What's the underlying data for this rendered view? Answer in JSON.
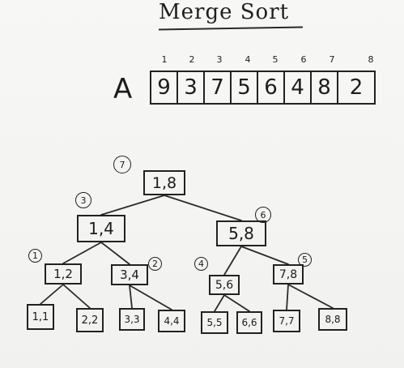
{
  "title": "Merge Sort",
  "array": {
    "name": "A",
    "indices": [
      "1",
      "2",
      "3",
      "4",
      "5",
      "6",
      "7",
      "8"
    ],
    "values": [
      "9",
      "3",
      "7",
      "5",
      "6",
      "4",
      "8",
      "2"
    ]
  },
  "tree": {
    "nodes": [
      {
        "id": "n18",
        "label": "1,8",
        "order": "7"
      },
      {
        "id": "n14",
        "label": "1,4",
        "order": "3"
      },
      {
        "id": "n58",
        "label": "5,8",
        "order": "6"
      },
      {
        "id": "n12",
        "label": "1,2",
        "order": "1"
      },
      {
        "id": "n34",
        "label": "3,4",
        "order": "2"
      },
      {
        "id": "n56",
        "label": "5,6",
        "order": "4"
      },
      {
        "id": "n78",
        "label": "7,8",
        "order": "5"
      },
      {
        "id": "n11",
        "label": "1,1",
        "order": ""
      },
      {
        "id": "n22",
        "label": "2,2",
        "order": ""
      },
      {
        "id": "n33",
        "label": "3,3",
        "order": ""
      },
      {
        "id": "n44",
        "label": "4,4",
        "order": ""
      },
      {
        "id": "n55",
        "label": "5,5",
        "order": ""
      },
      {
        "id": "n66",
        "label": "6,6",
        "order": ""
      },
      {
        "id": "n77",
        "label": "7,7",
        "order": ""
      },
      {
        "id": "n88",
        "label": "8,8",
        "order": ""
      }
    ],
    "edges": [
      [
        "n18",
        "n14"
      ],
      [
        "n18",
        "n58"
      ],
      [
        "n14",
        "n12"
      ],
      [
        "n14",
        "n34"
      ],
      [
        "n58",
        "n56"
      ],
      [
        "n58",
        "n78"
      ],
      [
        "n12",
        "n11"
      ],
      [
        "n12",
        "n22"
      ],
      [
        "n34",
        "n33"
      ],
      [
        "n34",
        "n44"
      ],
      [
        "n56",
        "n55"
      ],
      [
        "n56",
        "n66"
      ],
      [
        "n78",
        "n77"
      ],
      [
        "n78",
        "n88"
      ]
    ]
  }
}
